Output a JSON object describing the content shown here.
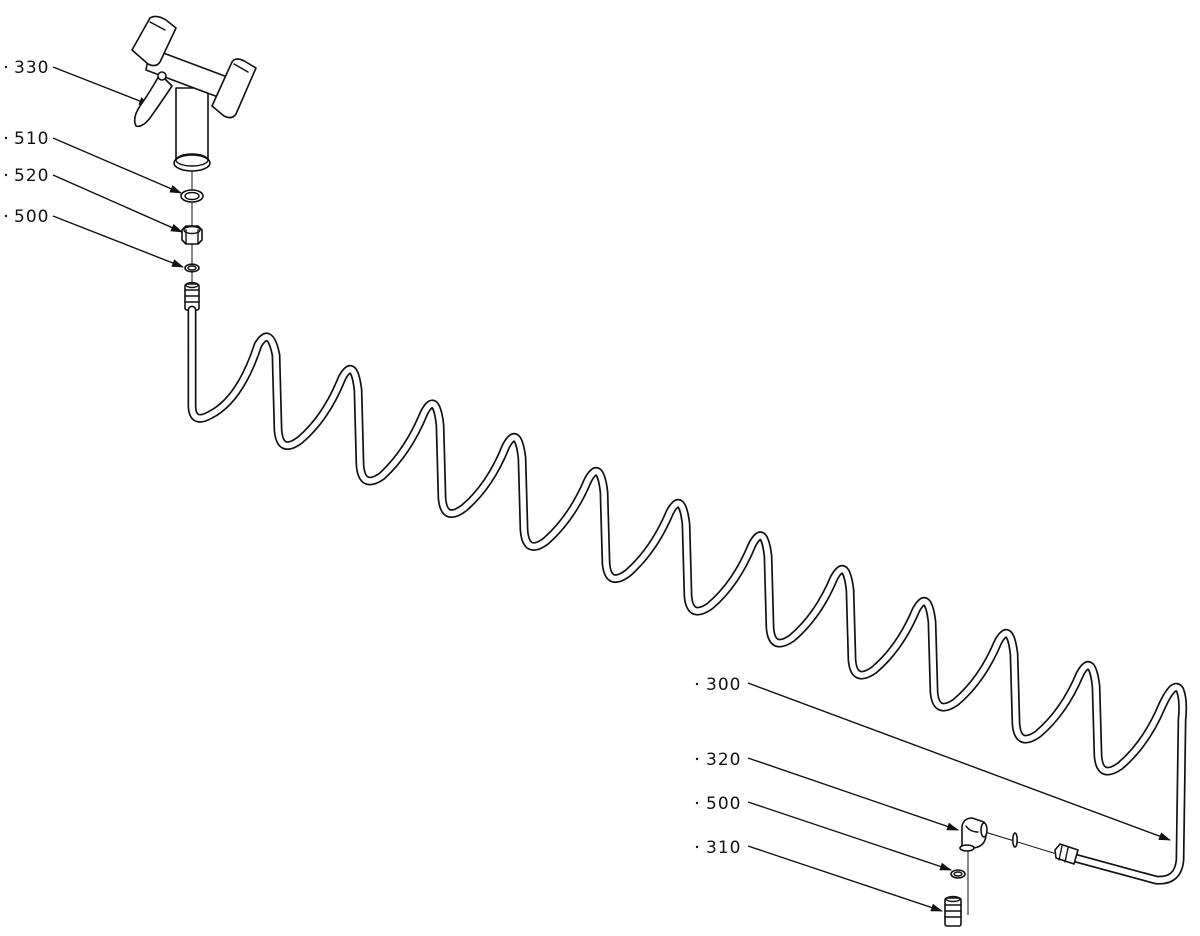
{
  "callouts": [
    {
      "id": "330",
      "label": "330"
    },
    {
      "id": "510",
      "label": "510"
    },
    {
      "id": "520",
      "label": "520"
    },
    {
      "id": "500-top",
      "label": "500"
    },
    {
      "id": "300",
      "label": "300"
    },
    {
      "id": "320",
      "label": "320"
    },
    {
      "id": "500-bottom",
      "label": "500"
    },
    {
      "id": "310",
      "label": "310"
    }
  ]
}
